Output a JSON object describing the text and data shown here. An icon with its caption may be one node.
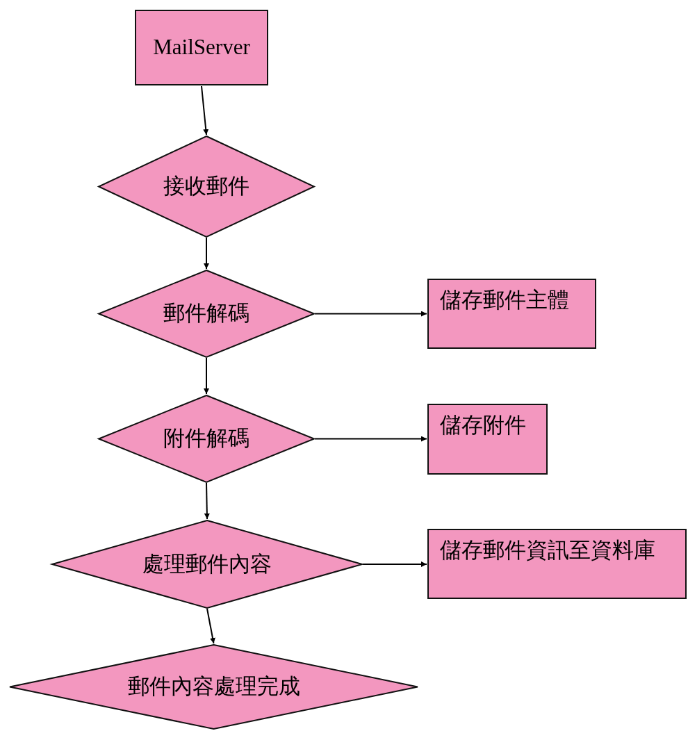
{
  "diagram": {
    "nodes": [
      {
        "text": [
          "MailServer"
        ]
      },
      {
        "text": [
          "接收郵件"
        ]
      },
      {
        "text": [
          "郵件解碼"
        ]
      },
      {
        "text": [
          "儲存郵件主體"
        ]
      },
      {
        "text": [
          "附件解碼"
        ]
      },
      {
        "text": [
          "儲存附件"
        ]
      },
      {
        "text": [
          "處理郵件內容"
        ]
      },
      {
        "text": [
          "儲存郵件資訊至資料庫"
        ]
      },
      {
        "text": [
          "郵件內容處理完成"
        ]
      }
    ],
    "edges": [
      {
        "from": 0,
        "to": 1,
        "arrow": "to"
      },
      {
        "from": 1,
        "to": 2,
        "arrow": "to"
      },
      {
        "from": 2,
        "to": 3,
        "arrow": "to"
      },
      {
        "from": 2,
        "to": 4,
        "arrow": "to"
      },
      {
        "from": 4,
        "to": 5,
        "arrow": "to"
      },
      {
        "from": 4,
        "to": 6,
        "arrow": "to"
      },
      {
        "from": 6,
        "to": 7,
        "arrow": "to"
      },
      {
        "from": 6,
        "to": 8,
        "arrow": "to"
      }
    ]
  }
}
